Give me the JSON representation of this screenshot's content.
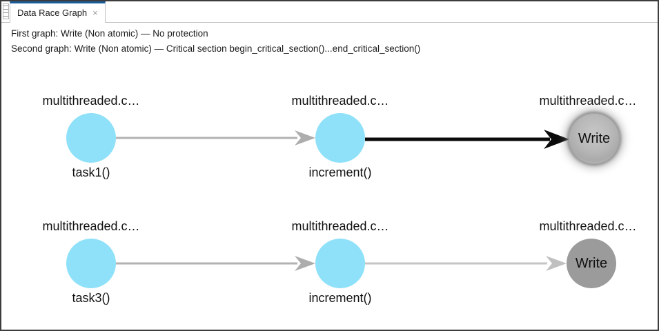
{
  "tab": {
    "label": "Data Race Graph",
    "close_icon": "×"
  },
  "header": {
    "line1": "First graph: Write (Non atomic) — No protection",
    "line2": "Second graph: Write (Non atomic) — Critical section begin_critical_section()...end_critical_section()"
  },
  "colors": {
    "tab_accent": "#1b5c9b",
    "node_blue": "#8ee1f8",
    "node_gray": "#9b9b9b",
    "edge_gray": "#b2b2b2",
    "edge_light_gray": "#c5c5c5",
    "edge_black": "#0a0a0a"
  },
  "graphs": [
    {
      "name": "first",
      "nodes": [
        {
          "file": "multithreaded.c…",
          "label": "task1()",
          "type": "task"
        },
        {
          "file": "multithreaded.c…",
          "label": "increment()",
          "type": "function"
        },
        {
          "file": "multithreaded.c…",
          "label": "Write",
          "type": "access",
          "selected": true
        }
      ],
      "edges": [
        {
          "from": "task1()",
          "to": "increment()",
          "style": "gray"
        },
        {
          "from": "increment()",
          "to": "Write",
          "style": "black"
        }
      ]
    },
    {
      "name": "second",
      "nodes": [
        {
          "file": "multithreaded.c…",
          "label": "task3()",
          "type": "task"
        },
        {
          "file": "multithreaded.c…",
          "label": "increment()",
          "type": "function"
        },
        {
          "file": "multithreaded.c…",
          "label": "Write",
          "type": "access",
          "selected": false
        }
      ],
      "edges": [
        {
          "from": "task3()",
          "to": "increment()",
          "style": "gray"
        },
        {
          "from": "increment()",
          "to": "Write",
          "style": "light-gray"
        }
      ]
    }
  ]
}
